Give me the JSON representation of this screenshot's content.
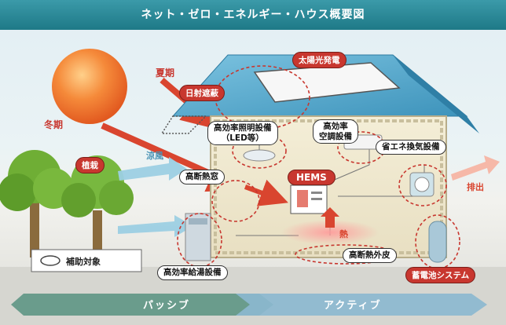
{
  "title": "ネット・ゼロ・エネルギー・ハウス概要図",
  "labels": {
    "summer": "夏期",
    "winter": "冬期",
    "sunshade": "日射遮蔽",
    "solar": "太陽光発電",
    "lighting": "高効率照明設備\n（LED等）",
    "aircon": "高効率\n空調設備",
    "ventilation": "省エネ換気設備",
    "planting": "植栽",
    "cool_breeze": "涼風",
    "window": "高断熱窓",
    "hems": "HEMS",
    "exhaust": "排出",
    "heat": "熱",
    "insulation": "高断熱外皮",
    "water_heater": "高効率給湯設備",
    "battery": "蓄電池システム",
    "subsidy": "補助対象"
  },
  "bottom_arrows": {
    "passive": "パッシブ",
    "active": "アクティブ"
  },
  "colors": {
    "title_bg": "#2a8796",
    "red_label": "#c8372f",
    "roof": "#4aa3c9",
    "passive_arrow": "#6a9c8c",
    "active_arrow": "#8cb8cf"
  }
}
